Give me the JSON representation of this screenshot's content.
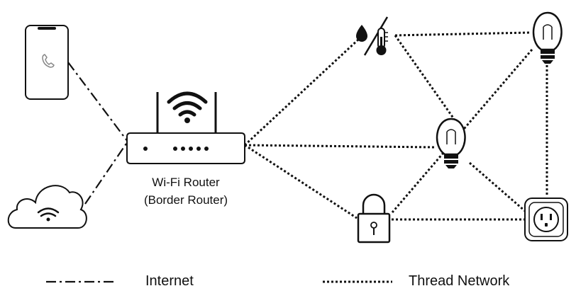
{
  "labels": {
    "router_line1": "Wi-Fi Router",
    "router_line2": "(Border Router)"
  },
  "legend": {
    "internet": "Internet",
    "thread": "Thread Network"
  },
  "icons": {
    "phone": "smartphone-icon",
    "cloud": "cloud-wifi-icon",
    "router": "wifi-router-icon",
    "sensor": "humidity-temperature-sensor-icon",
    "bulb": "light-bulb-icon",
    "lock": "padlock-icon",
    "plug": "smart-plug-icon"
  },
  "colors": {
    "line": "#111111",
    "background": "#ffffff"
  }
}
